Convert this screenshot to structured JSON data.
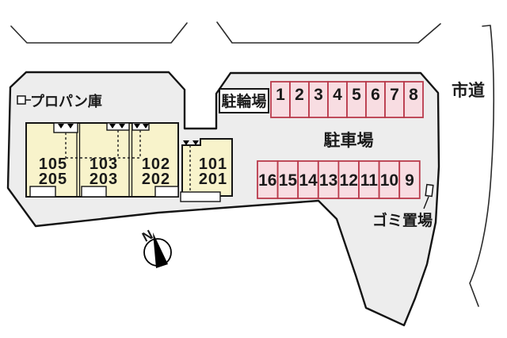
{
  "plan": {
    "labels": {
      "propane": "プロパン庫",
      "bicycle_parking": "駐輪場",
      "parking_lot": "駐車場",
      "city_road": "市道",
      "garbage_area": "ゴミ置場",
      "north": "N"
    },
    "buildings": {
      "units": [
        {
          "first_floor": "105",
          "second_floor": "205"
        },
        {
          "first_floor": "103",
          "second_floor": "203"
        },
        {
          "first_floor": "102",
          "second_floor": "202"
        },
        {
          "first_floor": "101",
          "second_floor": "201"
        }
      ]
    },
    "parking": {
      "top_row": [
        "1",
        "2",
        "3",
        "4",
        "5",
        "6",
        "7",
        "8"
      ],
      "bottom_row": [
        "16",
        "15",
        "14",
        "13",
        "12",
        "11",
        "10",
        "9"
      ]
    },
    "colors": {
      "parcel_fill": "#ededed",
      "building_fill": "#f8f3cb",
      "parking_fill": "#f8dde2",
      "parking_border": "#b93a4b",
      "outline": "#141414"
    }
  }
}
